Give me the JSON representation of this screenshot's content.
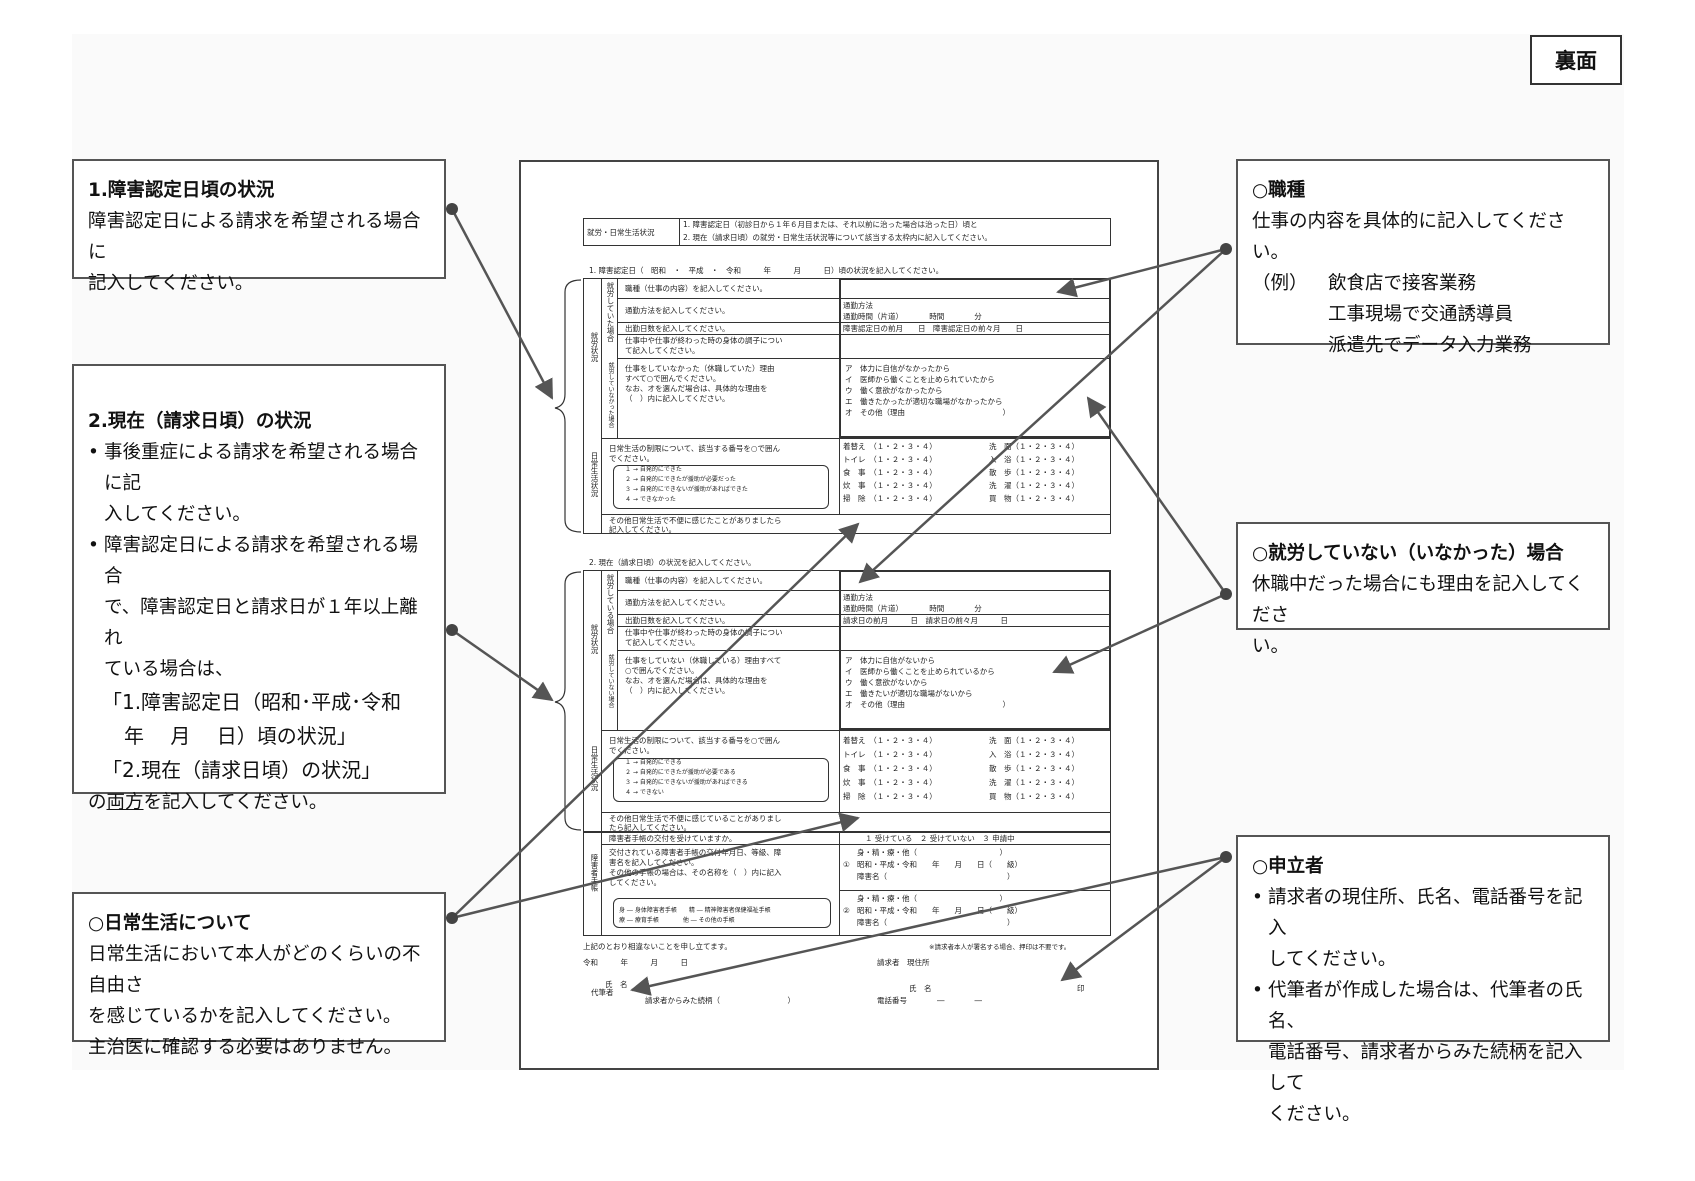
{
  "tag": "裏面",
  "callout_1": {
    "title": "1.障害認定日頃の状況",
    "lines": [
      "障害認定日による請求を希望される場合に",
      "記入してください。"
    ]
  },
  "callout_2": {
    "title": "2.現在（請求日頃）の状況",
    "bullet1": [
      "事後重症による請求を希望される場合に記",
      "入してください。"
    ],
    "bullet2": [
      "障害認定日による請求を希望される場合",
      "で、障害認定日と請求日が１年以上離れ",
      "ている場合は、"
    ],
    "quote1": [
      "「1.障害認定日（昭和･平成･令和",
      "年　 月　 日）頃の状況」"
    ],
    "quote2": "「2.現在（請求日頃）の状況」",
    "tail_pre": "の",
    "tail_u": "両方",
    "tail_post": "を記入してください。"
  },
  "callout_3": {
    "title": "○日常生活について",
    "lines": [
      "日常生活において本人がどのくらいの不自由さ",
      "を感じているかを記入してください。",
      "主治医に確認する必要はありません。"
    ]
  },
  "callout_4": {
    "title": "○職種",
    "line1": "仕事の内容を具体的に記入してください。",
    "example_label": "（例）",
    "examples": [
      "飲食店で接客業務",
      "工事現場で交通誘導員",
      "派遣先でデータ入力業務"
    ]
  },
  "callout_5": {
    "title": "○就労していない（いなかった）場合",
    "lines": [
      "休職中だった場合にも理由を記入してくださ",
      "い。"
    ]
  },
  "callout_6": {
    "title": "○申立者",
    "bullet1": [
      "請求者の現住所、氏名、電話番号を記入",
      "してください。"
    ],
    "bullet2": [
      "代筆者が作成した場合は、代筆者の氏名、",
      "電話番号、請求者からみた続柄を記入して",
      "ください。"
    ]
  },
  "form": {
    "header_label": "就労・日常生活状況",
    "header_line1": "1. 障害認定日（初診日から１年６月目または、それ以前に治った場合は治った日）頃と",
    "header_line2": "2. 現在（請求日頃）の就労・日常生活状況等について該当する太枠内に記入してください。",
    "sec1_title": "1. 障害認定日（　昭和　・　平成　・　令和　　　年　　　月　　　日）頃の状況を記入してください。",
    "sec2_title": "2. 現在（請求日頃）の状況を記入してください。",
    "vert_working": "就労していた場合",
    "vert_working2": "就労している場合",
    "vert_employment": "就労状況",
    "vert_daily": "日常生活状況",
    "vert_notworking": "就労していなかった場合",
    "vert_notworking2": "就労していない場合",
    "vert_handbook": "障害者手帳",
    "row_job": "職種（仕事の内容）を記入してください。",
    "row_commute": "通勤方法を記入してください。",
    "row_days": "出勤日数を記入してください。",
    "row_condition": [
      "仕事中や仕事が終わった時の身体の調子につい",
      "て記入してください。"
    ],
    "commute_vals": [
      "通勤方法",
      "通勤時間（片道）　　　　時間　　　　分"
    ],
    "days_val1": "障害認定日の前月　　日　障害認定日の前々月　　日",
    "days_val2": "請求日の前月　　　日　請求日の前々月　　　日",
    "reason_q": [
      "仕事をしていなかった（休職していた）理由",
      "すべて○で囲んでください。",
      "なお、オを選んだ場合は、具体的な理由を",
      "（　）内に記入してください。"
    ],
    "reason_q2": [
      "仕事をしていない（休職している）理由すべて",
      "○で囲んでください。",
      "なお、オを選んだ場合は、具体的な理由を",
      "（　）内に記入してください。"
    ],
    "reasons": [
      "ア　体力に自信がなかったから",
      "イ　医師から働くことを止められていたから",
      "ウ　働く意欲がなかったから",
      "エ　働きたかったが適切な職場がなかったから",
      "オ　その他（理由　　　　　　　　　　　　　）"
    ],
    "reasons2": [
      "ア　体力に自信がないから",
      "イ　医師から働くことを止められているから",
      "ウ　働く意欲がないから",
      "エ　働きたいが適切な職場がないから",
      "オ　その他（理由　　　　　　　　　　　　　）"
    ],
    "daily_q": [
      "日常生活の制限について、該当する番号を○で囲ん",
      "でください。"
    ],
    "daily_scale": [
      "１ → 自発的にできた",
      "２ → 自発的にできたが援助が必要だった",
      "３ → 自発的にできないが援助があればできた",
      "４ → できなかった"
    ],
    "daily_scale2": [
      "１ → 自発的にできる",
      "２ → 自発的にできたが援助が必要である",
      "３ → 自発的にできないが援助があればできる",
      "４ → できない"
    ],
    "daily_left": [
      "着替え　（１・２・３・４）",
      "トイレ　（１・２・３・４）",
      "食　事　（１・２・３・４）",
      "炊　事　（１・２・３・４）",
      "掃　除　（１・２・３・４）"
    ],
    "daily_right": [
      "洗　面（１・２・３・４）",
      "入　浴（１・２・３・４）",
      "散　歩（１・２・３・４）",
      "洗　濯（１・２・３・４）",
      "買　物（１・２・３・４）"
    ],
    "other_q": [
      "その他日常生活で不便に感じたことがありましたら",
      "記入してください。"
    ],
    "other_q2": [
      "その他日常生活で不便に感じていることがありまし",
      "たら記入してください。"
    ],
    "handbook_q": "障害者手帳の交付を受けていますか。",
    "handbook_opts": "１ 受けている　２ 受けていない　３ 申請中",
    "handbook_detail": [
      "交付されている障害者手帳の交付年月日、等級、障",
      "害名を記入してください。",
      "その他の手帳の場合は、その名称を（　）内に記入",
      "してください。"
    ],
    "handbook_kinds": [
      "身 ― 身体障害者手帳　　精 ― 精神障害者保健福祉手帳",
      "療 ― 療育手帳　　　　他 ― その他の手帳"
    ],
    "handbook_slot": [
      "身・精・療・他（　　　　　　　　　　　）",
      "昭和・平成・令和　　年　　月　　日（　　級）",
      "障害名（　　　　　　　　　　　　　　　　）"
    ],
    "circ1": "①",
    "circ2": "②",
    "declare": "上記のとおり相違ないことを申し立てます。",
    "declare_note": "※請求者本人が署名する場合、押印は不要です。",
    "date_line": "令和　　　年　　　月　　　日",
    "applicant": "請求者　現住所",
    "name": "氏　名",
    "phone": "電話番号　　　　―　　　　―",
    "daihitsu": "代筆者",
    "daihitsu_name": "氏　名",
    "daihitsu_rel": "請求者からみた続柄（　　　　　　　　　）",
    "seal": "印"
  }
}
